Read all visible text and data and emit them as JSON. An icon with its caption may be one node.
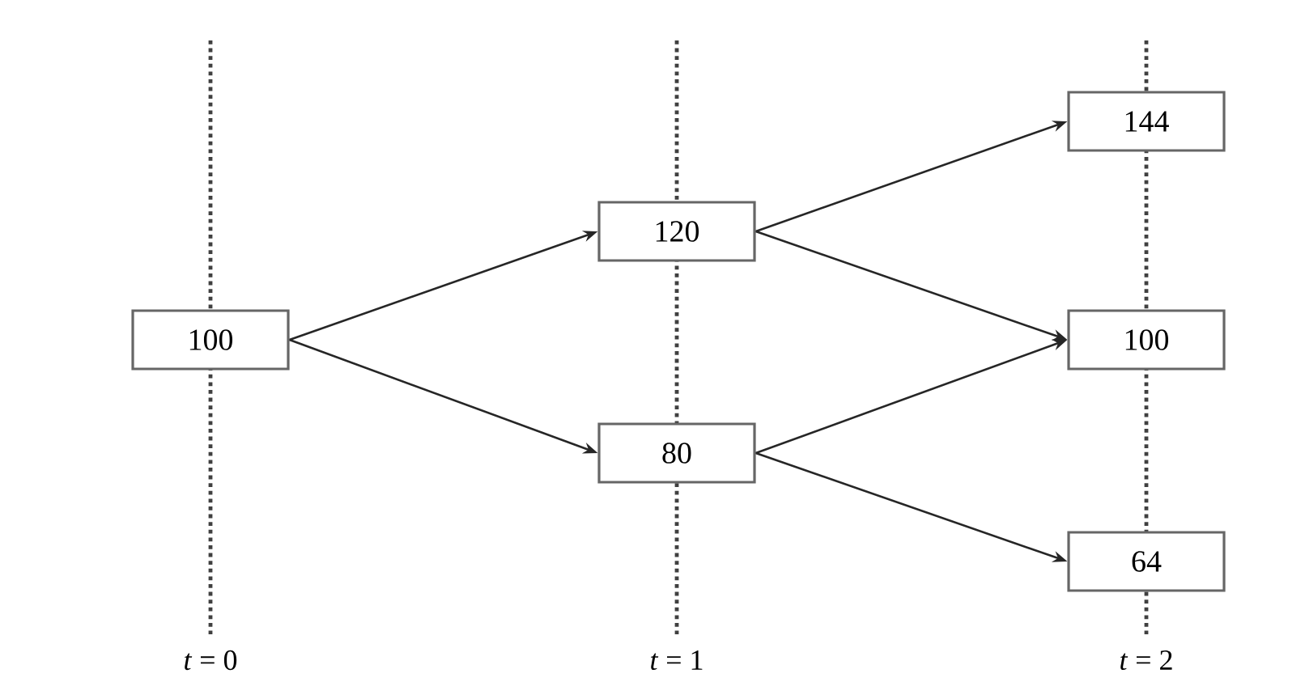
{
  "diagram": {
    "nodes": [
      {
        "text": [
          "100"
        ]
      },
      {
        "text": [
          "120"
        ]
      },
      {
        "text": [
          "80"
        ]
      },
      {
        "text": [
          "144"
        ]
      },
      {
        "text": [
          "100"
        ]
      },
      {
        "text": [
          "64"
        ]
      }
    ],
    "edges": [
      {
        "from": 0,
        "to": 1,
        "arrow": "to"
      },
      {
        "from": 0,
        "to": 2,
        "arrow": "to"
      },
      {
        "from": 1,
        "to": 3,
        "arrow": "to"
      },
      {
        "from": 1,
        "to": 4,
        "arrow": "to"
      },
      {
        "from": 2,
        "to": 4,
        "arrow": "to"
      },
      {
        "from": 2,
        "to": 5,
        "arrow": "to"
      }
    ],
    "labels": [
      "*t* = 0",
      "*t* = 1",
      "*t* = 2"
    ]
  }
}
